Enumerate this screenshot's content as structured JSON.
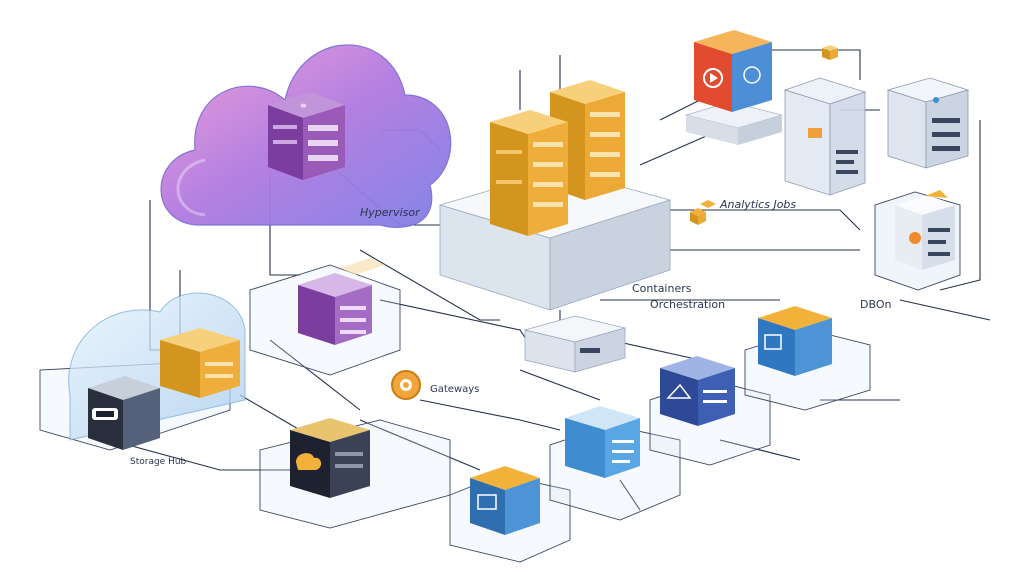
{
  "labels": {
    "cloud_caption": "Hypervisor",
    "center_caption": "Containers",
    "center_caption_2": "Orchestration",
    "right_caption": "Analytics Jobs",
    "far_right_caption": "DBOn",
    "mid_caption": "Gateways",
    "left_cube_caption": "Storage Hub"
  },
  "colors": {
    "gold": "#F2B23A",
    "gold_dark": "#C98614",
    "purple": "#9A5BB8",
    "purple_dark": "#6E3290",
    "blue": "#3B8FD4",
    "blue_dark": "#1F5E9E",
    "navy": "#2F4FA0",
    "dark": "#1E2230",
    "cloud_top": "#E58FD8",
    "cloud_bottom": "#8E78E0",
    "glass": "#CFE6F8",
    "line": "#24304A",
    "orange": "#F08A2A"
  },
  "icons": [
    "cloud-icon",
    "server-stack-icon",
    "database-icon",
    "gear-icon",
    "media-icon",
    "analytics-icon",
    "network-icon"
  ]
}
